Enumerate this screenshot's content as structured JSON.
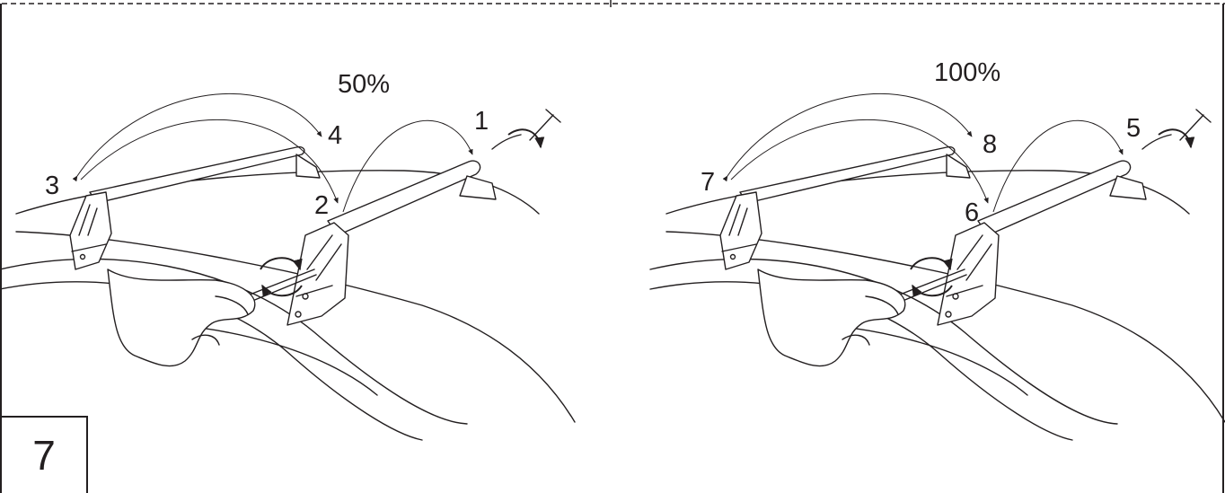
{
  "step_number": "7",
  "left_panel": {
    "percent_label": "50%",
    "sequence_labels": [
      "1",
      "2",
      "3",
      "4"
    ]
  },
  "right_panel": {
    "percent_label": "100%",
    "sequence_labels": [
      "5",
      "6",
      "7",
      "8"
    ]
  },
  "colors": {
    "ink": "#231f20",
    "background": "#ffffff"
  }
}
